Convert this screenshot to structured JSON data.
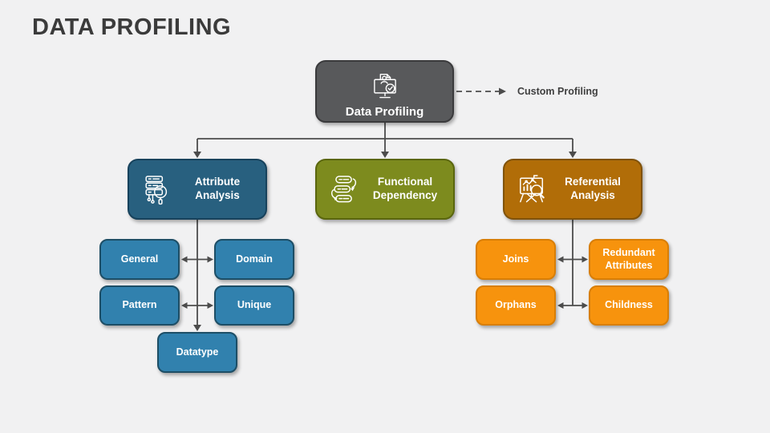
{
  "slide": {
    "title": "DATA PROFILING",
    "background_color": "#f1f1f2",
    "title_color": "#3b3b3b",
    "connector_color": "#4c4c4c"
  },
  "root_node": {
    "label": "Data Profiling",
    "fill": "#58595b",
    "icon": "monitor-report-check-icon"
  },
  "annotation": {
    "label": "Custom Profiling"
  },
  "branches": [
    {
      "label": "Attribute Analysis",
      "fill": "#28607f",
      "icon": "database-magnifier-icon",
      "child_fill": "#3181ae",
      "children": [
        "General",
        "Domain",
        "Pattern",
        "Unique",
        "Datatype"
      ]
    },
    {
      "label": "Functional Dependency",
      "fill": "#7d8b1e",
      "icon": "list-cycle-icon",
      "child_fill": null,
      "children": []
    },
    {
      "label": "Referential Analysis",
      "fill": "#b16d08",
      "icon": "presentation-chart-magnifier-icon",
      "child_fill": "#f7930d",
      "children": [
        "Joins",
        "Redundant Attributes",
        "Orphans",
        "Childness"
      ]
    }
  ]
}
